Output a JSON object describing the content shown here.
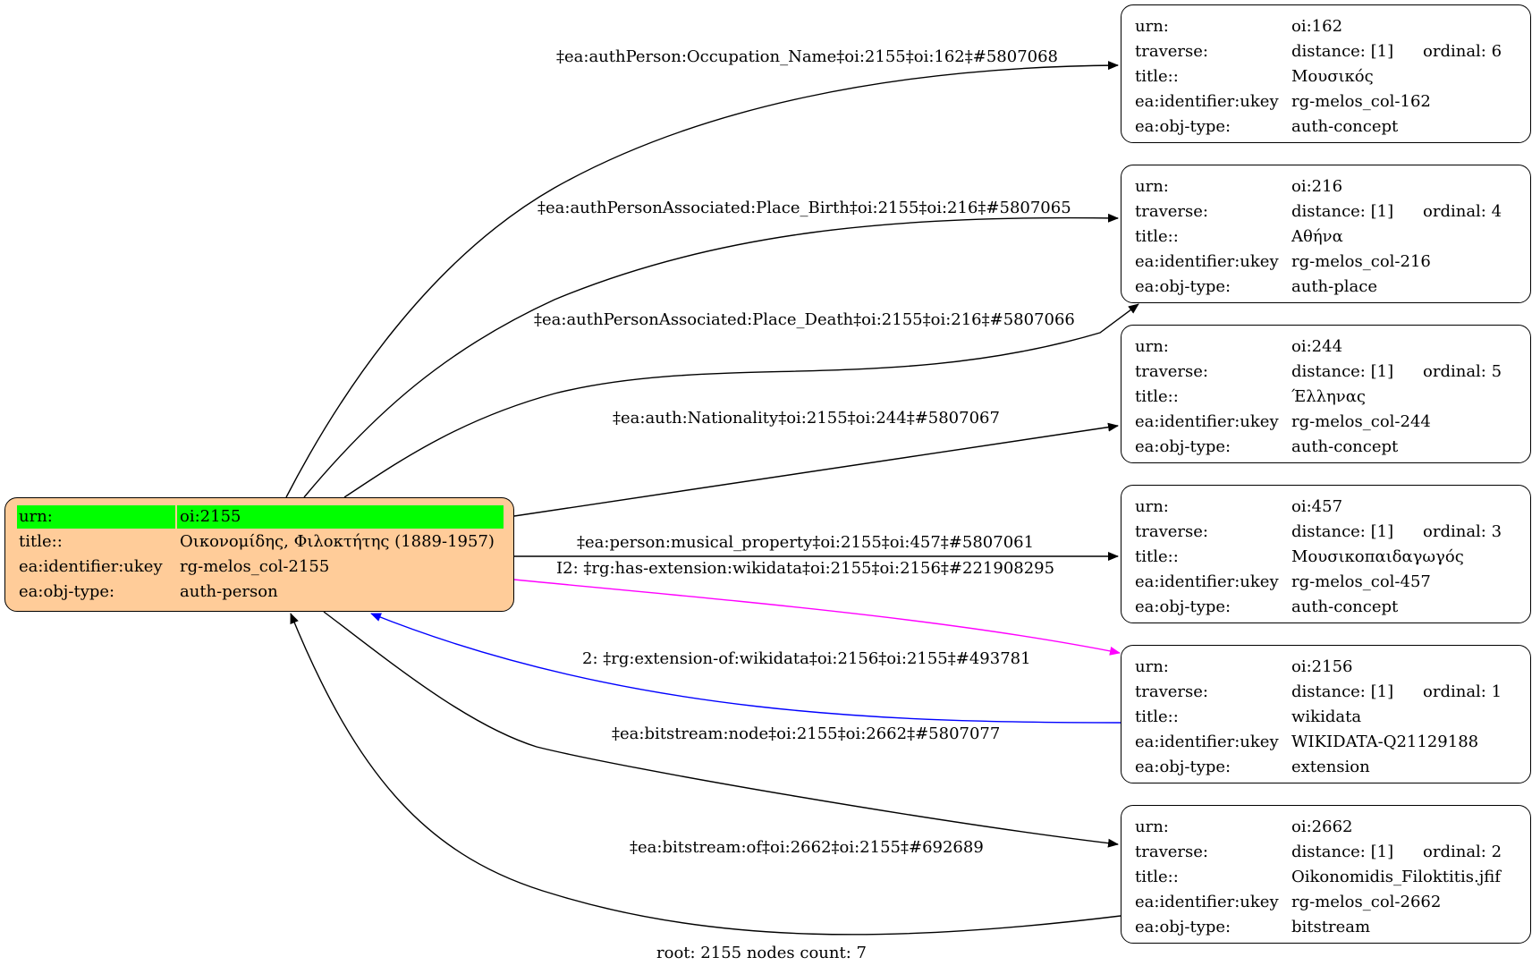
{
  "root": {
    "id": "oi:2155",
    "rows": [
      {
        "key": "urn:",
        "value": "oi:2155"
      },
      {
        "key": "title::",
        "value": "Οικονομίδης, Φιλοκτήτης (1889-1957)"
      },
      {
        "key": "ea:identifier:ukey",
        "value": "rg-melos_col-2155"
      },
      {
        "key": "ea:obj-type:",
        "value": "auth-person"
      }
    ],
    "fill_color": "#ffcc99",
    "highlight_color": "#00ff00"
  },
  "nodes": [
    {
      "urn": "oi:162",
      "distance": "distance: [1]",
      "ordinal": "ordinal: 6",
      "title": "Μουσικός",
      "ukey": "rg-melos_col-162",
      "obj_type": "auth-concept"
    },
    {
      "urn": "oi:216",
      "distance": "distance: [1]",
      "ordinal": "ordinal: 4",
      "title": "Αθήνα",
      "ukey": "rg-melos_col-216",
      "obj_type": "auth-place"
    },
    {
      "urn": "oi:244",
      "distance": "distance: [1]",
      "ordinal": "ordinal: 5",
      "title": "Έλληνας",
      "ukey": "rg-melos_col-244",
      "obj_type": "auth-concept"
    },
    {
      "urn": "oi:457",
      "distance": "distance: [1]",
      "ordinal": "ordinal: 3",
      "title": "Μουσικοπαιδαγωγός",
      "ukey": "rg-melos_col-457",
      "obj_type": "auth-concept"
    },
    {
      "urn": "oi:2156",
      "distance": "distance: [1]",
      "ordinal": "ordinal: 1",
      "title": "wikidata",
      "ukey": "WIKIDATA-Q21129188",
      "obj_type": "extension"
    },
    {
      "urn": "oi:2662",
      "distance": "distance: [1]",
      "ordinal": "ordinal: 2",
      "title": "Oikonomidis_Filoktitis.jfif",
      "ukey": "rg-melos_col-2662",
      "obj_type": "bitstream"
    }
  ],
  "node_keys": {
    "urn": "urn:",
    "traverse": "traverse:",
    "title": "title::",
    "ukey": "ea:identifier:ukey",
    "obj_type": "ea:obj-type:"
  },
  "edges": [
    {
      "label": "‡ea:authPerson:Occupation_Name‡oi:2155‡oi:162‡#5807068",
      "from": "oi:2155",
      "to": "oi:162",
      "color": "#000000"
    },
    {
      "label": "‡ea:authPersonAssociated:Place_Birth‡oi:2155‡oi:216‡#5807065",
      "from": "oi:2155",
      "to": "oi:216",
      "color": "#000000"
    },
    {
      "label": "‡ea:authPersonAssociated:Place_Death‡oi:2155‡oi:216‡#5807066",
      "from": "oi:2155",
      "to": "oi:216",
      "color": "#000000"
    },
    {
      "label": "‡ea:auth:Nationality‡oi:2155‡oi:244‡#5807067",
      "from": "oi:2155",
      "to": "oi:244",
      "color": "#000000"
    },
    {
      "label": "‡ea:person:musical_property‡oi:2155‡oi:457‡#5807061",
      "from": "oi:2155",
      "to": "oi:457",
      "color": "#000000"
    },
    {
      "label": "I2: ‡rg:has-extension:wikidata‡oi:2155‡oi:2156‡#221908295",
      "from": "oi:2155",
      "to": "oi:2156",
      "color": "#ff00ff"
    },
    {
      "label": "2: ‡rg:extension-of:wikidata‡oi:2156‡oi:2155‡#493781",
      "from": "oi:2156",
      "to": "oi:2155",
      "color": "#0000ff"
    },
    {
      "label": "‡ea:bitstream:node‡oi:2155‡oi:2662‡#5807077",
      "from": "oi:2155",
      "to": "oi:2662",
      "color": "#000000"
    },
    {
      "label": "‡ea:bitstream:of‡oi:2662‡oi:2155‡#692689",
      "from": "oi:2662",
      "to": "oi:2155",
      "color": "#000000"
    }
  ],
  "footer": "root: 2155 nodes count: 7"
}
